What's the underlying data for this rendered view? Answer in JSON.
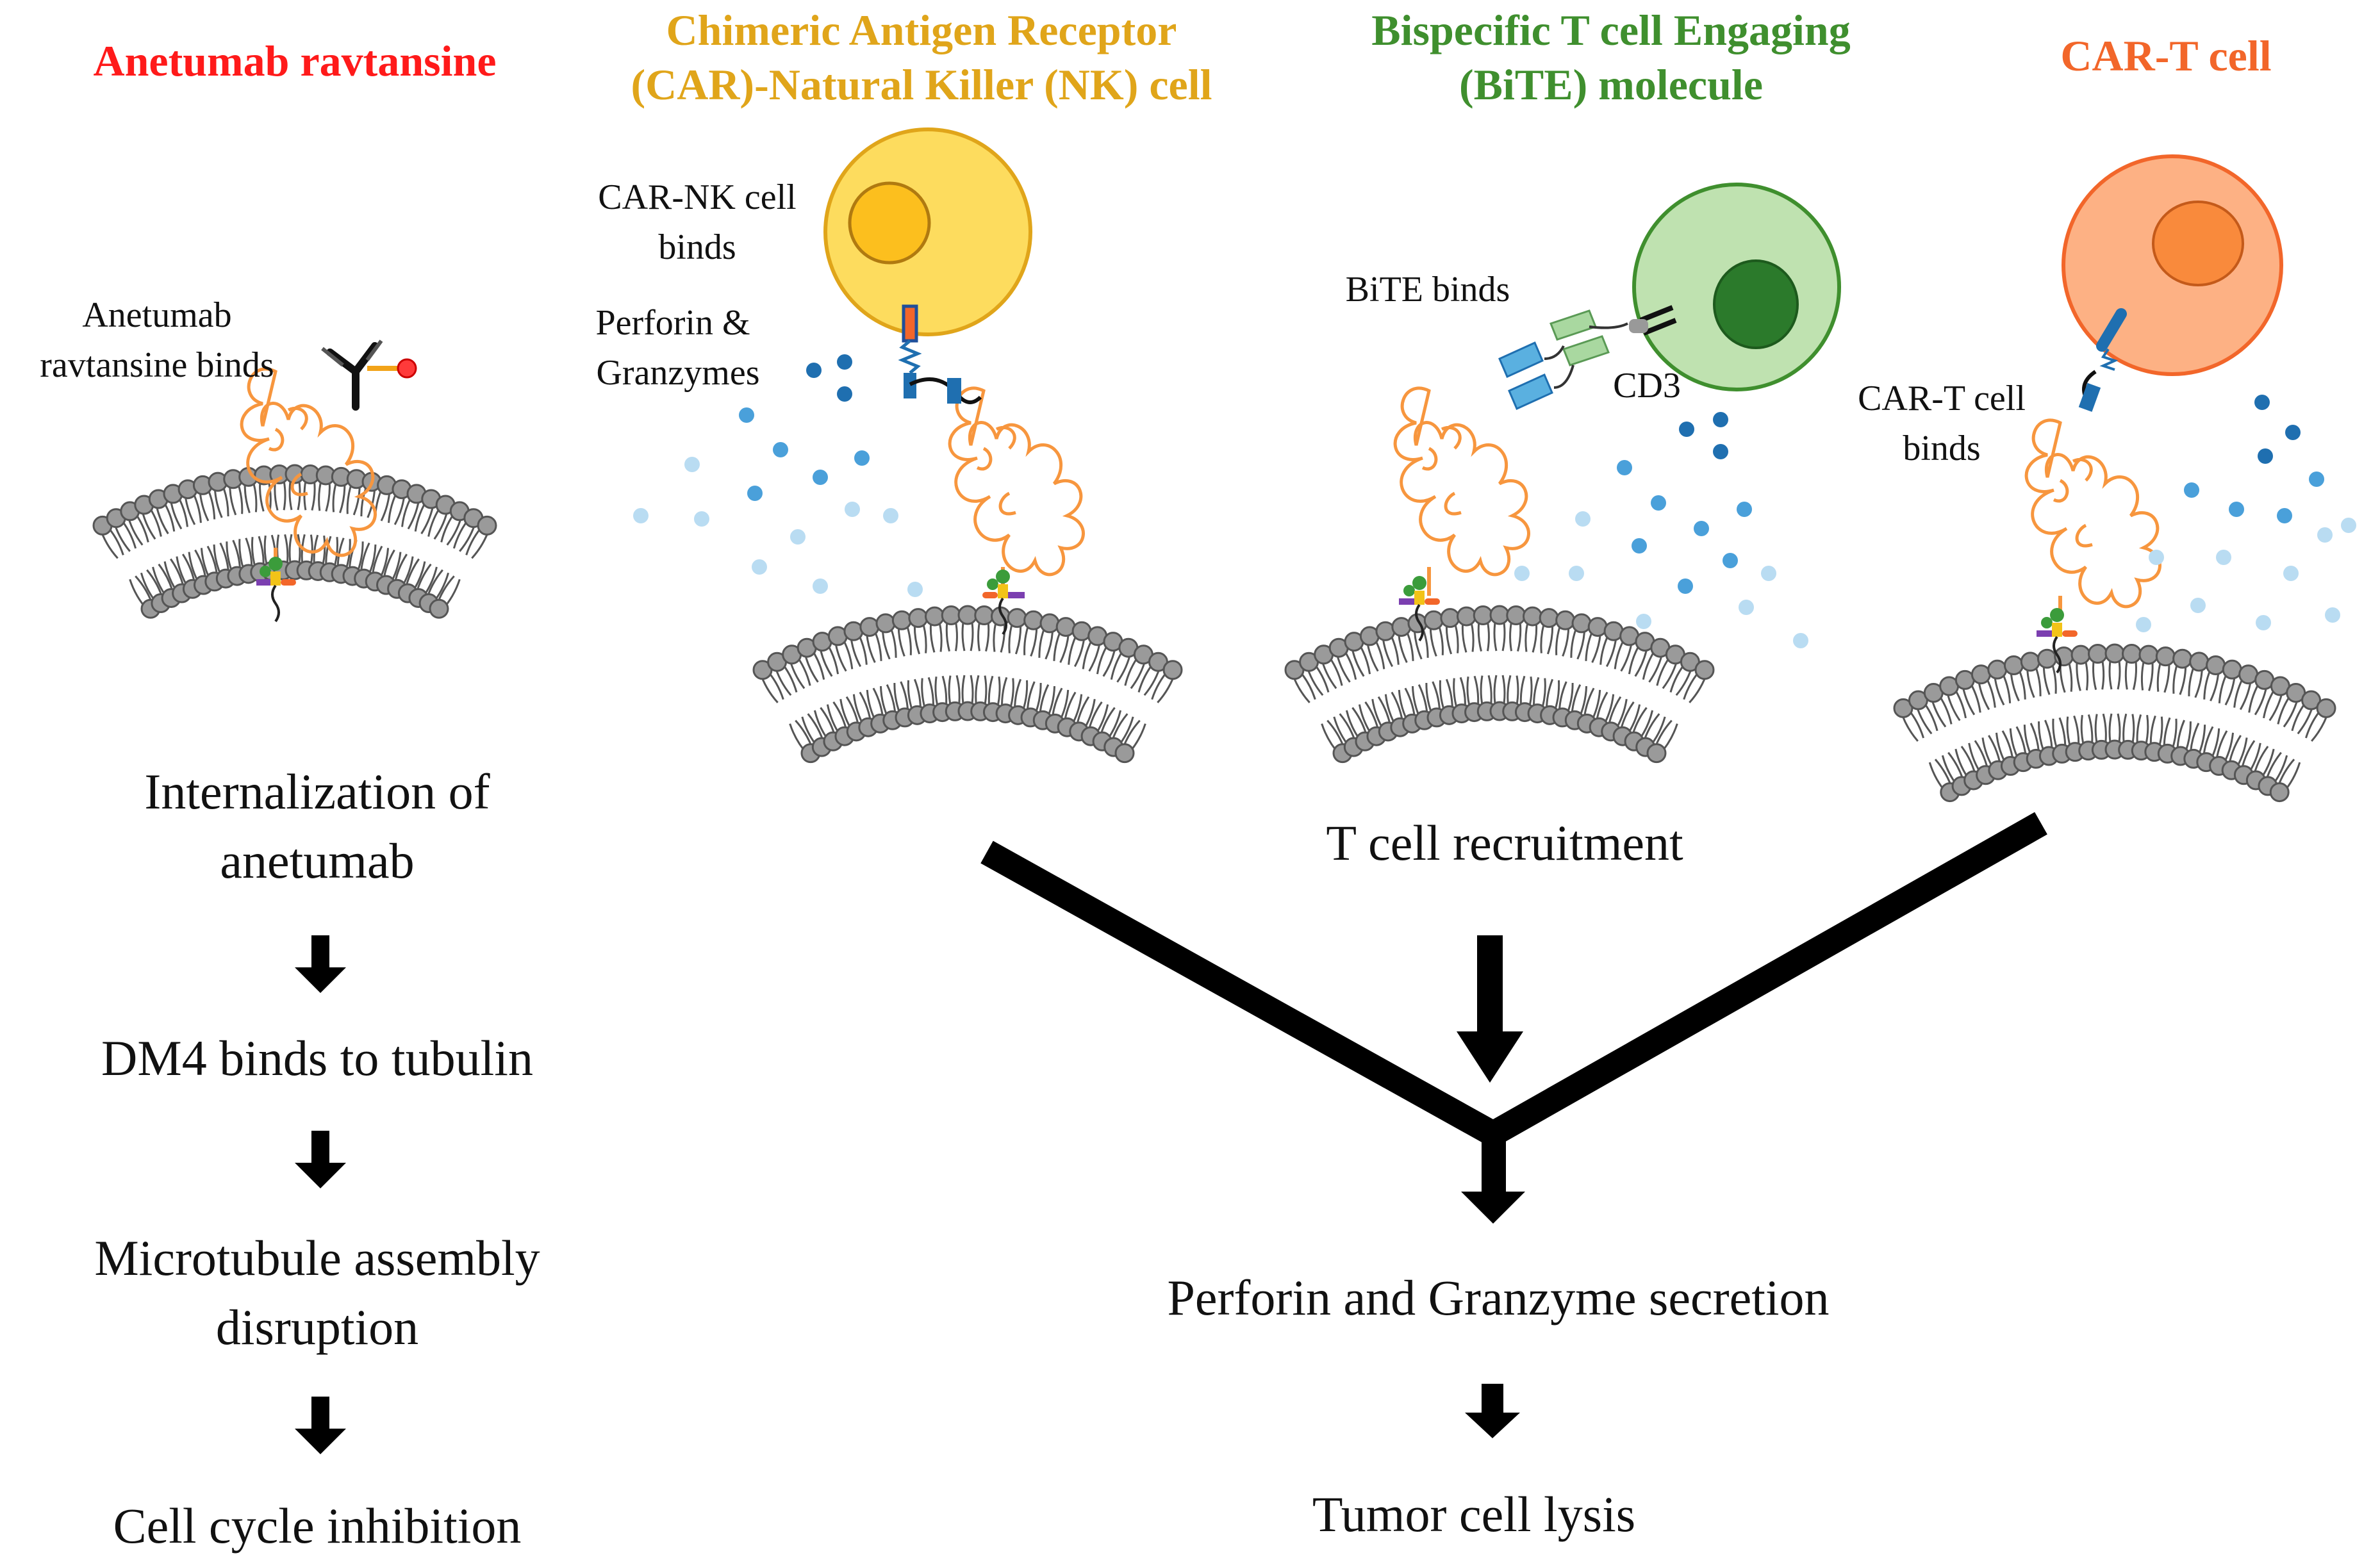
{
  "colors": {
    "anetumab": "#ff1a1a",
    "car_nk": "#e0a51a",
    "bite": "#3f8f2e",
    "car_t": "#f2662a",
    "nk_cell": "#fddc5e",
    "nk_nucleus": "#fcbf1e",
    "t_cell_bite": "#bfe2b0",
    "t_nucleus_bite": "#2b7a2b",
    "car_t_cell": "#fdb184",
    "car_t_nucleus": "#f98a3c",
    "granule_dark": "#1f6fb0",
    "granule_mid": "#4aa0da",
    "granule_light": "#b9dcf2",
    "mesothelin": "#f7963e",
    "membrane": "#8a8a8a"
  },
  "panels": {
    "anetumab": {
      "header": "Anetumab ravtansine",
      "binding_label_1": "Anetumab",
      "binding_label_2": "ravtansine binds",
      "steps": [
        "Internalization of",
        "anetumab",
        "DM4 binds to tubulin",
        "Microtubule assembly",
        "disruption",
        "Cell cycle inhibition"
      ]
    },
    "car_nk": {
      "header_1": "Chimeric Antigen Receptor",
      "header_2": "(CAR)-Natural Killer (NK) cell",
      "binds_1": "CAR-NK cell",
      "binds_2": "binds",
      "perforin_1": "Perforin &",
      "perforin_2": "Granzymes"
    },
    "bite": {
      "header_1": "Bispecific T cell Engaging",
      "header_2": "(BiTE) molecule",
      "binds": "BiTE binds",
      "cd3": "CD3"
    },
    "car_t": {
      "header": "CAR-T cell",
      "binds_1": "CAR-T cell",
      "binds_2": "binds"
    }
  },
  "flow": {
    "recruitment": "T cell recruitment",
    "secretion": "Perforin and Granzyme secretion",
    "lysis": "Tumor cell lysis"
  }
}
